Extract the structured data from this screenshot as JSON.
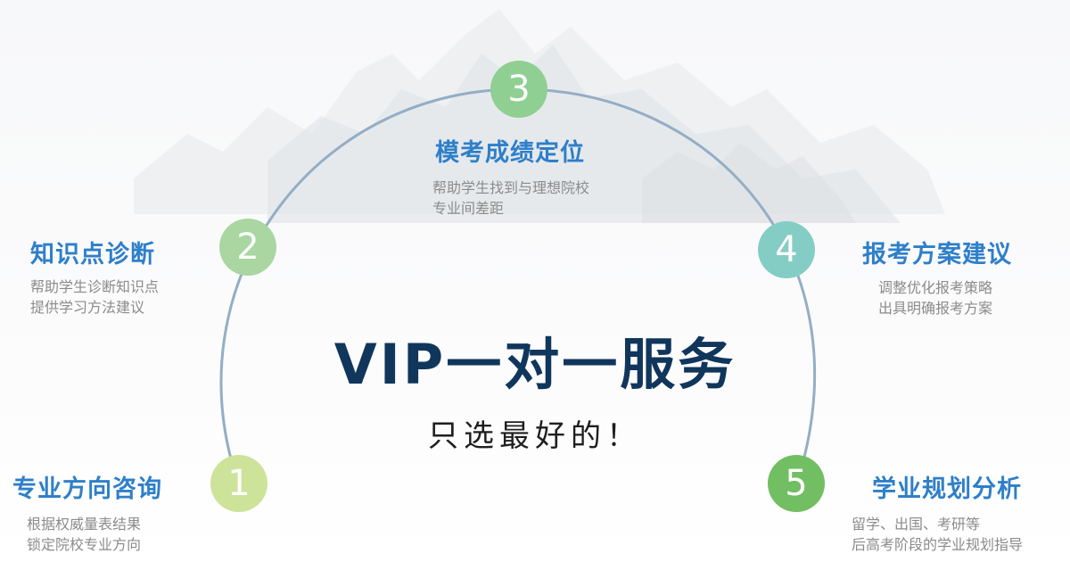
{
  "center": {
    "title": "VIP一对一服务",
    "subtitle": "只选最好的！"
  },
  "steps": [
    {
      "number": "1",
      "title": "专业方向咨询",
      "desc_line1": "根据权威量表结果",
      "desc_line2": "锁定院校专业方向",
      "color": "#cde39a"
    },
    {
      "number": "2",
      "title": "知识点诊断",
      "desc_line1": "帮助学生诊断知识点",
      "desc_line2": "提供学习方法建议",
      "color": "#a9d6a1"
    },
    {
      "number": "3",
      "title": "模考成绩定位",
      "desc_line1": "帮助学生找到与理想院校",
      "desc_line2": "专业间差距",
      "color": "#8fcf92"
    },
    {
      "number": "4",
      "title": "报考方案建议",
      "desc_line1": "调整优化报考策略",
      "desc_line2": "出具明确报考方案",
      "color": "#84cdc4"
    },
    {
      "number": "5",
      "title": "学业规划分析",
      "desc_line1": "留学、出国、考研等",
      "desc_line2": "后高考阶段的学业规划指导",
      "color": "#72be62"
    }
  ],
  "colors": {
    "arc": "#93aec5",
    "title_blue": "#2e7fc9",
    "center_title": "#10365c",
    "desc_gray": "#8b8b8b"
  }
}
